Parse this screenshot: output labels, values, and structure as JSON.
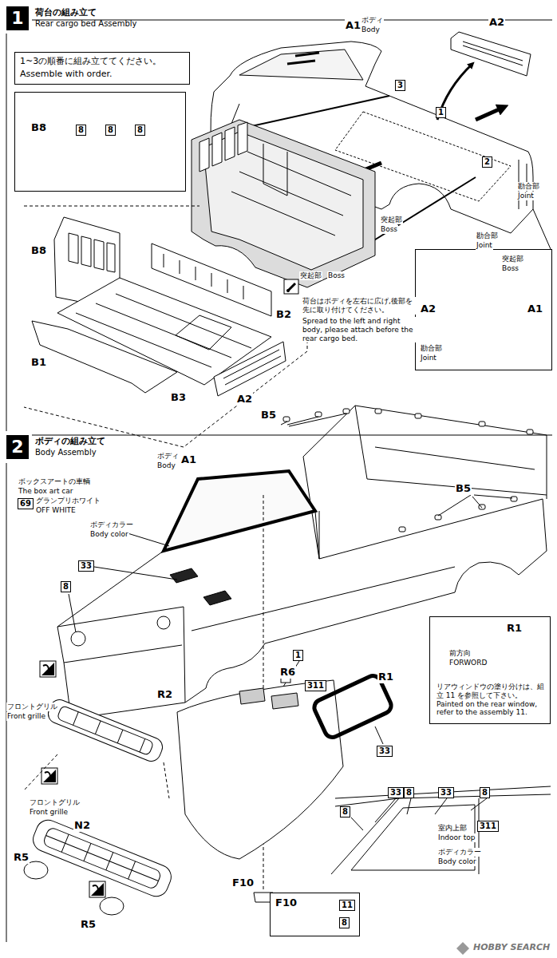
{
  "diagram": {
    "nodes": [
      {
        "text": [
          "1",
          "荷台の組み立て",
          "Rear cargo bed Assembly"
        ]
      },
      {
        "text": [
          "1~3の順番に組み立ててください。",
          "Assemble with order."
        ]
      },
      {
        "text": [
          "B8",
          "8",
          "8",
          "8"
        ]
      },
      {
        "text": [
          "突起部",
          "Boss",
          "A2",
          "A1",
          "勘合部",
          "Joint"
        ]
      },
      {
        "text": [
          "2",
          "ボディの組み立て",
          "Body Assembly"
        ]
      },
      {
        "text": [
          "R1",
          "前方向",
          "FORWORD",
          "リアウィンドウの塗り分けは、組立 11 を参照して下さい。 Painted on the rear window, refer to the assembly 11."
        ]
      },
      {
        "text": [
          "F10",
          "11",
          "8"
        ]
      }
    ],
    "labels": [
      "A1",
      "ボディ",
      "Body",
      "A2",
      "1",
      "3",
      "2",
      "B8",
      "B2",
      "B1",
      "B3",
      "A2",
      "突起部",
      "Boss",
      "勘合部",
      "Joint",
      "勘合部",
      "Joint",
      "突起部",
      "Boss",
      "荷台はボディを左右に広げ,後部を先に取り付けてください。",
      "Spread to the left and right body, please attach before the rear cargo bed.",
      "ボックスアートの車輌",
      "The box art car",
      "69",
      "グランプリホワイト",
      "OFF WHITE",
      "B5",
      "B5",
      "ボディ",
      "Body",
      "A1",
      "ボディカラー",
      "Body color",
      "33",
      "8",
      "フロントグリル",
      "Front grille",
      "1",
      "R6",
      "311",
      "R1",
      "R2",
      "33",
      "フロントグリル",
      "Front grille",
      "N2",
      "R5",
      "R5",
      "F10",
      "33",
      "8",
      "33",
      "8",
      "8",
      "室内上部",
      "Indoor top",
      "311",
      "ボディカラー",
      "Body color",
      "HOBBY SEARCH"
    ]
  }
}
